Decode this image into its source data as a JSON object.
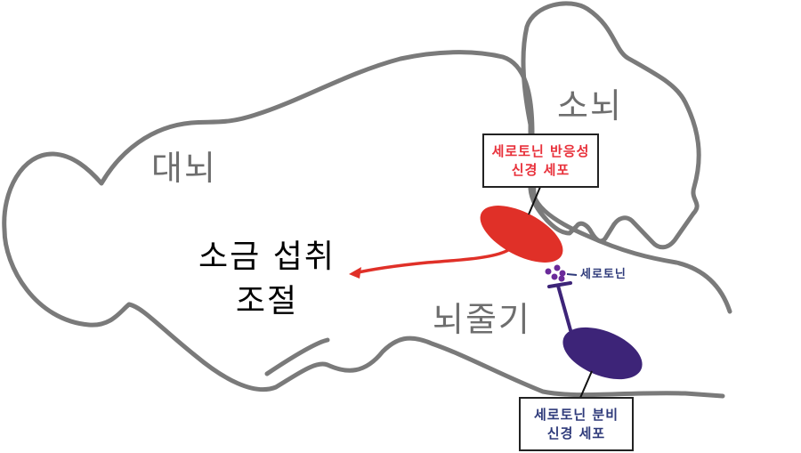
{
  "regions": {
    "cerebrum": "대뇌",
    "cerebellum": "소뇌",
    "brainstem": "뇌줄기"
  },
  "function_label": {
    "line1": "소금 섭취",
    "line2": "조절"
  },
  "callouts": {
    "responsive_neuron": {
      "line1": "세로토닌 반응성",
      "line2": "신경 세포"
    },
    "secreting_neuron": {
      "line1": "세로토닌 분비",
      "line2": "신경 세포"
    }
  },
  "molecule_label": "세로토닌",
  "colors": {
    "outline": "#7a7a7a",
    "responsive_neuron": "#e03028",
    "secreting_neuron": "#3d2478",
    "serotonin_dots": "#6a2a9a",
    "responsive_text": "#e8303a",
    "secreting_text": "#2e3a7a",
    "molecule_text": "#2e3a7a"
  }
}
